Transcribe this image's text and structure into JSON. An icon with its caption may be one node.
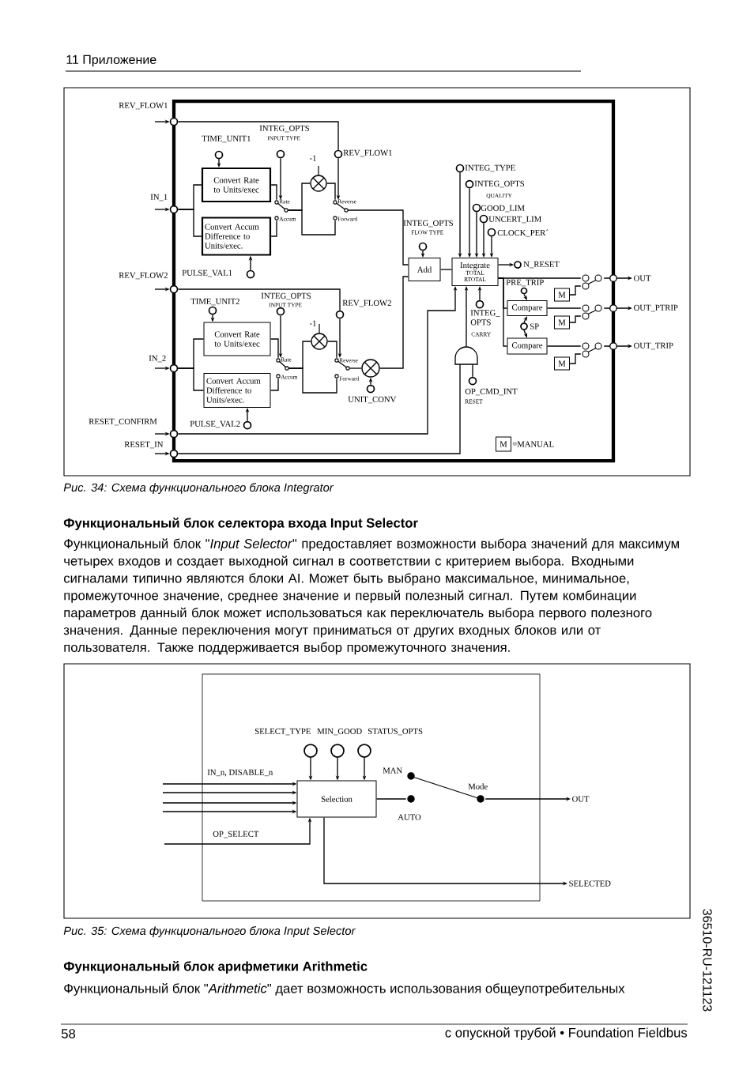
{
  "diagram": {
    "nodes": [
      {
        "text": [],
        "shape": "circle",
        "beside": [
          "REV_FLOW1"
        ]
      },
      {
        "text": [],
        "shape": "circle",
        "beside": [
          "IN_1"
        ]
      },
      {
        "text": [],
        "shape": "circle",
        "beside": [
          "REV_FLOW2"
        ]
      },
      {
        "text": [],
        "shape": "circle",
        "beside": [
          "IN_2"
        ]
      },
      {
        "text": [],
        "shape": "circle",
        "beside": [
          "RESET_CONFIRM"
        ]
      },
      {
        "text": [],
        "shape": "circle",
        "beside": [
          "RESET_IN"
        ]
      },
      {
        "text": [],
        "shape": "circle",
        "beside": [
          "TIME_UNIT1"
        ]
      },
      {
        "text": [
          "Convert Rate to Units/exec"
        ]
      },
      {
        "text": [
          "Convert Accum Difference to Units/exec."
        ]
      },
      {
        "text": [],
        "shape": "circle",
        "beside": [
          "PULSE_VAL1"
        ]
      },
      {
        "text": [],
        "shape": "circle",
        "beside": [
          "INTEG_OPTS",
          "INPUT TYPE"
        ]
      },
      {
        "text": [],
        "shape": "circle",
        "beside": [
          "REV_FLOW1"
        ]
      },
      {
        "text": [],
        "shape": "circle",
        "beside": [
          "TIME_UNIT2"
        ]
      },
      {
        "text": [
          "Convert Rate to Units/exec"
        ]
      },
      {
        "text": [
          "Convert Accum Difference to Units/exec."
        ]
      },
      {
        "text": [],
        "shape": "circle",
        "beside": [
          "PULSE_VAL2"
        ]
      },
      {
        "text": [],
        "shape": "circle",
        "beside": [
          "INTEG_OPTS",
          "INPUT TYPE"
        ]
      },
      {
        "text": [],
        "shape": "circle",
        "beside": [
          "REV_FLOW2"
        ]
      },
      {
        "text": [],
        "shape": "circle",
        "beside": [
          "UNIT_CONV"
        ]
      },
      {
        "text": [],
        "shape": "circle",
        "beside": [
          "INTEG_OPTS",
          "FLOW TYPE"
        ]
      },
      {
        "text": [
          "Add"
        ]
      },
      {
        "text": [],
        "shape": "circle",
        "beside": [
          "INTEG_TYPE"
        ]
      },
      {
        "text": [],
        "shape": "circle",
        "beside": [
          "INTEG_OPTS",
          "QUALITY"
        ]
      },
      {
        "text": [],
        "shape": "circle",
        "beside": [
          "GOOD_LIM"
        ]
      },
      {
        "text": [],
        "shape": "circle",
        "beside": [
          "UNCERT_LIM"
        ]
      },
      {
        "text": [],
        "shape": "circle",
        "beside": [
          "CLOCK_PER´"
        ]
      },
      {
        "text": [
          "Integrate",
          "TOTAL RTOTAL"
        ]
      },
      {
        "text": [],
        "shape": "circle",
        "beside": [
          "N_RESET"
        ]
      },
      {
        "text": [],
        "shape": "circle",
        "beside": [
          "INTEG_ OPTS",
          "CARRY"
        ]
      },
      {
        "text": [],
        "shape": "circle",
        "beside": [
          "OP_CMD_INT",
          "RESET"
        ]
      },
      {
        "text": [],
        "shape": "circle",
        "beside": [
          "PRE_TRIP"
        ]
      },
      {
        "text": [
          "Compare"
        ]
      },
      {
        "text": [],
        "shape": "circle",
        "beside": [
          "SP"
        ]
      },
      {
        "text": [
          "Compare"
        ]
      },
      {
        "text": [
          "M"
        ]
      },
      {
        "text": [
          "M"
        ]
      },
      {
        "text": [
          "M"
        ]
      },
      {
        "text": [
          "M"
        ],
        "beside": [
          "=MANUAL"
        ]
      },
      {
        "text": [],
        "shape": "gate"
      },
      {
        "text": [],
        "shape": "circle",
        "beside": [
          "SELECT_TYPE"
        ]
      },
      {
        "text": [],
        "shape": "circle",
        "beside": [
          "MIN_GOOD"
        ]
      },
      {
        "text": [],
        "shape": "circle",
        "beside": [
          "STATUS_OPTS"
        ]
      },
      {
        "text": [
          "Selection"
        ]
      },
      {
        "text": [
          "Rate",
          "Accum"
        ]
      },
      {
        "text": [],
        "shape": "multiplier",
        "beside": [
          "-1"
        ]
      },
      {
        "text": [
          "Reverse",
          "Forward"
        ]
      },
      {
        "text": [
          "Rate",
          "Accum"
        ]
      },
      {
        "text": [],
        "shape": "multiplier",
        "beside": [
          "-1"
        ]
      },
      {
        "text": [
          "Reverse",
          "Forward"
        ]
      },
      {
        "text": [],
        "shape": "multiplier"
      },
      {
        "text": [],
        "shape": "switch"
      },
      {
        "text": [],
        "shape": "switch"
      },
      {
        "text": [],
        "shape": "switch"
      },
      {
        "text": [
          "OUT"
        ]
      },
      {
        "text": [
          "OUT_PTRIP"
        ]
      },
      {
        "text": [
          "OUT_TRIP"
        ]
      },
      {
        "text": [
          "MAN",
          "AUTO",
          "Mode"
        ]
      },
      {
        "text": [
          "OUT"
        ]
      },
      {
        "text": [
          "SELECTED"
        ]
      }
    ],
    "edges": [
      {
        "from": null,
        "to": 0,
        "arrow": "to"
      },
      {
        "from": null,
        "to": 1,
        "arrow": "to"
      },
      {
        "from": null,
        "to": 2,
        "arrow": "to"
      },
      {
        "from": null,
        "to": 3,
        "arrow": "to"
      },
      {
        "from": null,
        "to": 4,
        "arrow": "to"
      },
      {
        "from": null,
        "to": 5,
        "arrow": "to"
      },
      {
        "from": 1,
        "to": 7,
        "arrow": "none"
      },
      {
        "from": 1,
        "to": 8,
        "arrow": "none"
      },
      {
        "from": 6,
        "to": 7,
        "arrow": "to"
      },
      {
        "from": 9,
        "to": 8,
        "arrow": "to"
      },
      {
        "from": 10,
        "to": 43,
        "arrow": "to"
      },
      {
        "from": 0,
        "to": 11,
        "arrow": "none"
      },
      {
        "from": 11,
        "to": 45,
        "arrow": "to"
      },
      {
        "from": 3,
        "to": 13,
        "arrow": "none"
      },
      {
        "from": 3,
        "to": 14,
        "arrow": "none"
      },
      {
        "from": 12,
        "to": 13,
        "arrow": "to"
      },
      {
        "from": 15,
        "to": 14,
        "arrow": "to"
      },
      {
        "from": 16,
        "to": 46,
        "arrow": "to"
      },
      {
        "from": 2,
        "to": 17,
        "arrow": "none"
      },
      {
        "from": 17,
        "to": 48,
        "arrow": "to"
      },
      {
        "from": 18,
        "to": 49,
        "arrow": "to"
      },
      {
        "from": 45,
        "to": 20,
        "arrow": "none"
      },
      {
        "from": 49,
        "to": 20,
        "arrow": "none"
      },
      {
        "from": 19,
        "to": 20,
        "arrow": "to"
      },
      {
        "from": 20,
        "to": 26,
        "arrow": "none"
      },
      {
        "from": 21,
        "to": 26,
        "arrow": "to"
      },
      {
        "from": 22,
        "to": 26,
        "arrow": "to"
      },
      {
        "from": 23,
        "to": 26,
        "arrow": "to"
      },
      {
        "from": 24,
        "to": 26,
        "arrow": "to"
      },
      {
        "from": 25,
        "to": 26,
        "arrow": "to"
      },
      {
        "from": 26,
        "to": 27,
        "arrow": "to"
      },
      {
        "from": 26,
        "to": 50,
        "arrow": "none"
      },
      {
        "from": 26,
        "to": 31,
        "arrow": "none"
      },
      {
        "from": 26,
        "to": 33,
        "arrow": "none"
      },
      {
        "from": 30,
        "to": 31,
        "arrow": "to"
      },
      {
        "from": 32,
        "to": 31,
        "arrow": "to"
      },
      {
        "from": 32,
        "to": 33,
        "arrow": "to"
      },
      {
        "from": 31,
        "to": 51,
        "arrow": "none"
      },
      {
        "from": 33,
        "to": 52,
        "arrow": "none"
      },
      {
        "from": 34,
        "to": 50,
        "arrow": "none"
      },
      {
        "from": 35,
        "to": 51,
        "arrow": "none"
      },
      {
        "from": 36,
        "to": 52,
        "arrow": "none"
      },
      {
        "from": 28,
        "to": 26,
        "arrow": "to"
      },
      {
        "from": 4,
        "to": 26,
        "arrow": "to"
      },
      {
        "from": 5,
        "to": 38,
        "arrow": "none"
      },
      {
        "from": 29,
        "to": 38,
        "arrow": "none"
      },
      {
        "from": 38,
        "to": 26,
        "arrow": "to"
      },
      {
        "from": 39,
        "to": 42,
        "arrow": "to"
      },
      {
        "from": 40,
        "to": 42,
        "arrow": "to"
      },
      {
        "from": 41,
        "to": 42,
        "arrow": "to"
      },
      {
        "from": null,
        "to": 42,
        "arrow": "to"
      },
      {
        "from": null,
        "to": 42,
        "arrow": "to"
      },
      {
        "from": null,
        "to": 42,
        "arrow": "to"
      },
      {
        "from": null,
        "to": 42,
        "arrow": "to"
      },
      {
        "from": null,
        "to": 42,
        "arrow": "to"
      },
      {
        "from": 42,
        "to": 56,
        "arrow": "none"
      },
      {
        "from": 42,
        "to": 58,
        "arrow": "to"
      },
      {
        "from": 7,
        "to": 43,
        "arrow": "none"
      },
      {
        "from": 8,
        "to": 43,
        "arrow": "none"
      },
      {
        "from": 43,
        "to": 44,
        "arrow": "none"
      },
      {
        "from": 43,
        "to": 45,
        "arrow": "none"
      },
      {
        "from": 44,
        "to": 45,
        "arrow": "none"
      },
      {
        "from": 13,
        "to": 46,
        "arrow": "none"
      },
      {
        "from": 14,
        "to": 46,
        "arrow": "none"
      },
      {
        "from": 46,
        "to": 47,
        "arrow": "none"
      },
      {
        "from": 46,
        "to": 48,
        "arrow": "none"
      },
      {
        "from": 47,
        "to": 48,
        "arrow": "none"
      },
      {
        "from": 48,
        "to": 49,
        "arrow": "none"
      },
      {
        "from": 50,
        "to": 53,
        "arrow": "to"
      },
      {
        "from": 51,
        "to": 54,
        "arrow": "to"
      },
      {
        "from": 52,
        "to": 55,
        "arrow": "to"
      },
      {
        "from": 56,
        "to": 57,
        "arrow": "to"
      }
    ],
    "labels": [
      "11 Приложение",
      "Рис. 34: Схема функционального блока Integrator",
      "Функциональный блок селектора входа Input Selector",
      "Функциональный блок \"*Input Selector*\" предоставляет возможности выбора значений для максимум четырех входов и создает выходной сигнал в соответствии с критерием выбора. Входными сигналами типично являются блоки  AI. Может быть выбрано максимальное, минимальное, промежуточное значение, среднее значение и первый полезный сигнал. Путем комбинации параметров данный блок может использоваться как переключатель выбора первого полезного значения. Данные переключения могут приниматься от других входных блоков или от пользователя. Также поддерживается выбор промежуточного значения.",
      "IN_n, DISABLE_n",
      "OP_SELECT",
      "Рис. 35: Схема функционального блока Input Selector",
      "Функциональный блок арифметики Arithmetic",
      "Функциональный блок \"*Arithmetic*\" дает возможность использования общеупотребительных",
      "36510-RU-121123",
      "58",
      "с опускной трубой • Foundation Fieldbus"
    ]
  }
}
